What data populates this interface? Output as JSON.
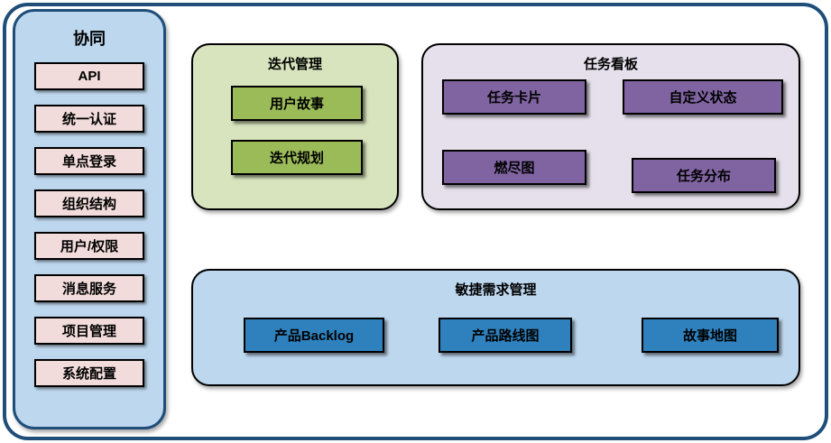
{
  "sidebar": {
    "title": "协同",
    "items": [
      "API",
      "统一认证",
      "单点登录",
      "组织结构",
      "用户/权限",
      "消息服务",
      "项目管理",
      "系统配置"
    ]
  },
  "iteration_panel": {
    "title": "迭代管理",
    "items": [
      "用户故事",
      "迭代规划"
    ]
  },
  "taskboard_panel": {
    "title": "任务看板",
    "items": [
      "任务卡片",
      "自定义状态",
      "燃尽图",
      "任务分布"
    ]
  },
  "agile_panel": {
    "title": "敏捷需求管理",
    "items": [
      "产品Backlog",
      "产品路线图",
      "故事地图"
    ]
  },
  "colors": {
    "outer_border": "#1F4E79",
    "sidebar_fill": "#BDD7EE",
    "sidebar_item_fill": "#F2DCDB",
    "iteration_panel_fill": "#D7E4BD",
    "iteration_box_fill": "#9BBB59",
    "taskboard_panel_fill": "#E6E0EC",
    "taskboard_box_fill": "#8064A2",
    "agile_panel_fill": "#BDD7EE",
    "agile_box_fill": "#2E81BD",
    "box_border": "#000000",
    "text": "#000000"
  }
}
